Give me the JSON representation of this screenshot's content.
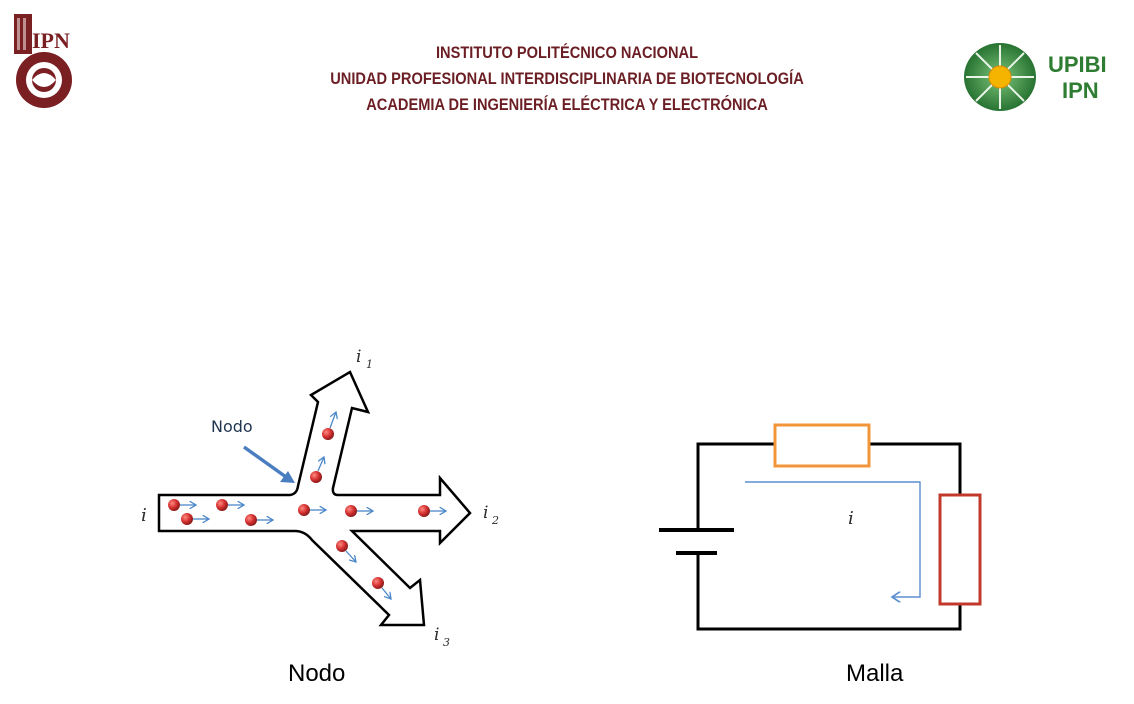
{
  "header": {
    "lines": [
      "INSTITUTO POLITÉCNICO NACIONAL",
      "UNIDAD PROFESIONAL INTERDISCIPLINARIA DE BIOTECNOLOGÍA",
      "ACADEMIA DE INGENIERÍA ELÉCTRICA Y ELECTRÓNICA"
    ],
    "text_color": "#6b1f24"
  },
  "logos": {
    "left": {
      "name": "ipn-logo",
      "text": "IPN",
      "color": "#7a1f22"
    },
    "right": {
      "name": "upibi-logo",
      "line1": "UPIBI",
      "line2": "IPN",
      "color": "#2e7d32",
      "sun_color": "#f4b400"
    }
  },
  "node_diagram": {
    "annotation": "Nodo",
    "input_label": "i",
    "branch_labels": {
      "up": "i",
      "up_sub": "1",
      "right": "i",
      "right_sub": "2",
      "down": "i",
      "down_sub": "3"
    },
    "particle_color": "#c62828",
    "arrow_color": "#4a86c8",
    "caption": "Nodo"
  },
  "mesh_diagram": {
    "current_label": "i",
    "resistor_top_color": "#f0953a",
    "resistor_right_color": "#c0392b",
    "current_arrow_color": "#5b8fd0",
    "caption": "Malla"
  }
}
